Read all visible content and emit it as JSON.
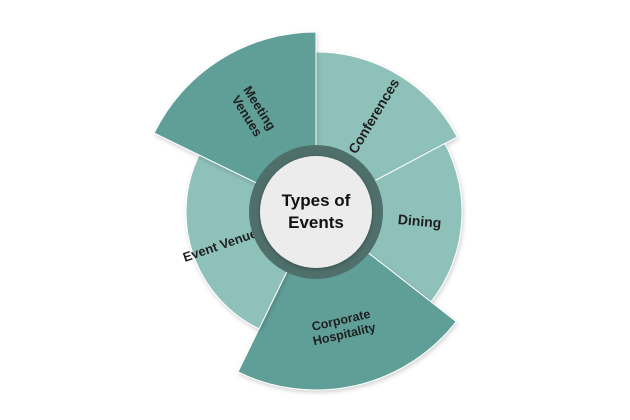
{
  "diagram": {
    "center": {
      "line1": "Types of",
      "line2": "Events"
    },
    "segments": [
      {
        "id": "conferences",
        "lines": [
          "Conferences"
        ],
        "color": "#8fc1bb"
      },
      {
        "id": "dining",
        "lines": [
          "Dining"
        ],
        "color": "#8fc1bb"
      },
      {
        "id": "corporate-hospitality",
        "lines": [
          "Corporate",
          "Hospitality"
        ],
        "color": "#5e9f98"
      },
      {
        "id": "event-venues",
        "lines": [
          "Event Venues"
        ],
        "color": "#8fc1bb"
      },
      {
        "id": "meeting-venues",
        "lines": [
          "Meeting",
          "Venues"
        ],
        "color": "#5e9f98"
      }
    ],
    "ring_color": "#4f6f6b",
    "center_fill": "#ececec"
  }
}
